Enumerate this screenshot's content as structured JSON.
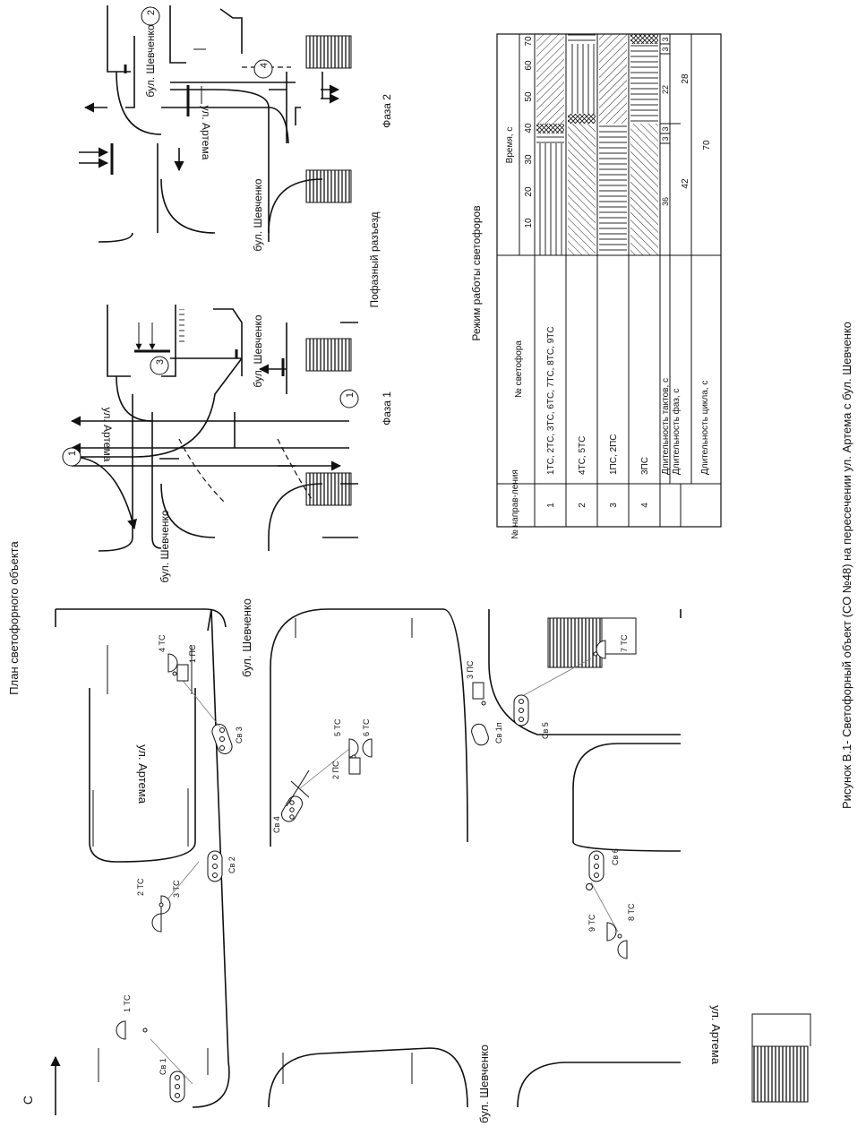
{
  "plan": {
    "title": "План светофорного объекта",
    "north": "С",
    "streets": {
      "artema_top": "ул. Артема",
      "artema_bottom": "ул. Артема",
      "shevchenko_right": "бул. Шевченко",
      "shevchenko_left": "бул. Шевченко"
    },
    "signals": {
      "sv1": "Св 1",
      "sv2": "Св 2",
      "sv3": "Св 3",
      "sv4": "Св 4",
      "sv5": "Св 5",
      "sv6": "Св 6",
      "sv1p": "Св 1п"
    },
    "heads": {
      "h1tc": "1 ТС",
      "h2tc": "2 ТС",
      "h3tc": "3 ТС",
      "h4tc": "4 ТС",
      "h5tc": "5 ТС",
      "h6tc": "6 ТС",
      "h7tc": "7 ТС",
      "h8tc": "8 ТС",
      "h9tc": "9 ТС",
      "h1pc": "1 ПС",
      "h2pc": "2 ПС",
      "h3pc": "3 ПС"
    }
  },
  "phases": {
    "title": "Пофазный разъезд",
    "phase1": "Фаза 1",
    "phase2": "Фаза 2",
    "dir1": "1",
    "dir2": "2",
    "dir3": "3",
    "dir4": "4",
    "street_artema": "ул. Артема",
    "street_shev_left": "бул. Шевченко",
    "street_shev_right": "бул. Шевченко"
  },
  "table": {
    "title": "Режим работы светофоров",
    "col_dir": "№ направ-ления",
    "col_lights": "№ светофора",
    "col_time": "Время, с",
    "time_ticks": [
      "10",
      "20",
      "30",
      "40",
      "50",
      "60",
      "70"
    ],
    "rows": [
      {
        "n": "1",
        "lights": "1ТС, 2ТС, 3ТС, 6ТС, 7ТС, 8ТС, 9ТС"
      },
      {
        "n": "2",
        "lights": "4ТС, 5ТС"
      },
      {
        "n": "3",
        "lights": "1ПС, 2ПС"
      },
      {
        "n": "4",
        "lights": "3ПС"
      }
    ],
    "tact_label": "Длительность тактов, с",
    "phase_label": "Длительность фаз, с",
    "cycle_label": "Длительность цикла, с",
    "tacts": [
      "36",
      "3",
      "3",
      "22",
      "3",
      "3"
    ],
    "phase_durations": [
      "42",
      "28"
    ],
    "cycle": "70"
  },
  "caption": "Рисунок В.1- Светофорный объект (СО №48) на пересечении ул. Артема с бул. Шевченко"
}
